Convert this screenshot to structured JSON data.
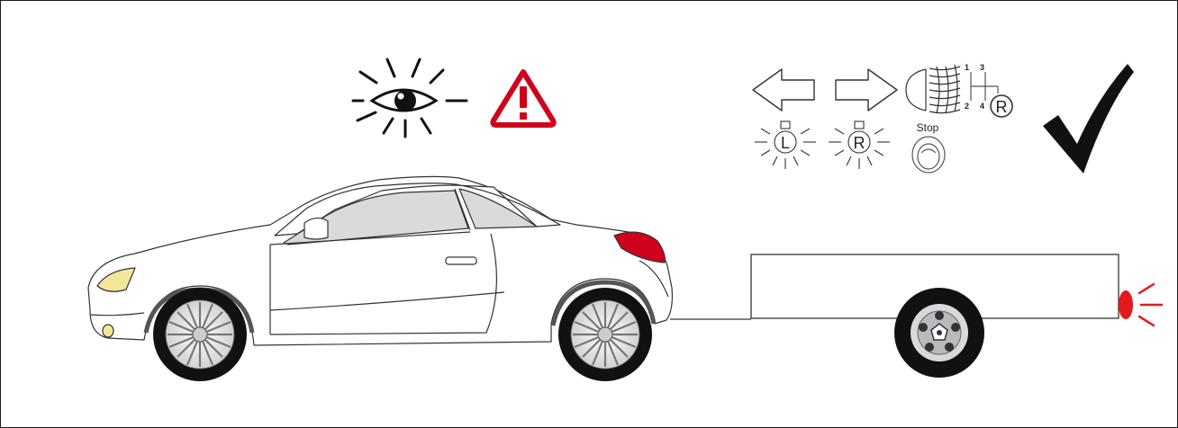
{
  "indicators": {
    "left": "L",
    "right": "R",
    "stop": "Stop",
    "reverse": "R",
    "gear_1": "1",
    "gear_2": "2",
    "gear_3": "3",
    "gear_4": "4"
  },
  "colors": {
    "warning_red": "#d0021b",
    "lamp_red": "#e4191c",
    "outline": "#1a1a1a",
    "glass": "#d9dadb",
    "headlight": "#f2e69a"
  },
  "icons": [
    "eye-icon",
    "warning-triangle-icon",
    "arrow-left-icon",
    "arrow-right-icon",
    "fog-light-icon",
    "gear-shift-icon",
    "checkmark-icon"
  ]
}
